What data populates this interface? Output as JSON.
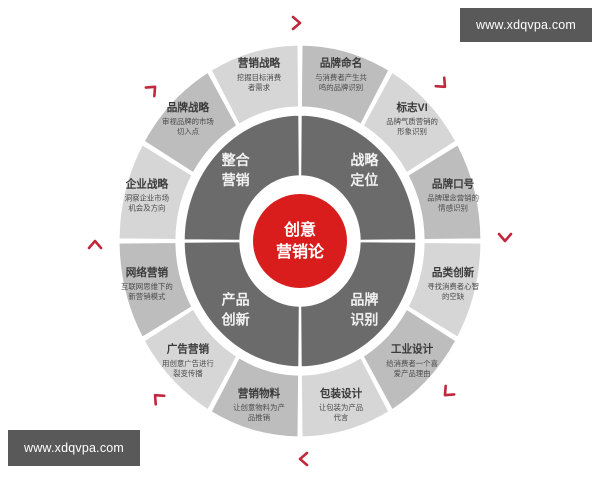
{
  "watermarks": {
    "top_right": "www.xdqvpa.com",
    "bottom_left": "www.xdqvpa.com"
  },
  "colors": {
    "core_red": "#d91d1d",
    "inner_ring_gray": "#6b6b6b",
    "outer_light": "#d6d6d6",
    "outer_dark": "#bdbdbd",
    "arrow_red": "#c0283c",
    "background": "#ffffff",
    "watermark_bg": "#595959"
  },
  "core": {
    "line1": "创意",
    "line2": "营销论"
  },
  "inner_quadrants": [
    {
      "line1": "战略",
      "line2": "定位"
    },
    {
      "line1": "品牌",
      "line2": "识别"
    },
    {
      "line1": "产品",
      "line2": "创新"
    },
    {
      "line1": "整合",
      "line2": "营销"
    }
  ],
  "outer_segments": [
    {
      "title": "品牌命名",
      "desc_line1": "与消费者产生共",
      "desc_line2": "鸣的品牌识别"
    },
    {
      "title": "标志VI",
      "desc_line1": "品牌气质营销的",
      "desc_line2": "形象识别"
    },
    {
      "title": "品牌口号",
      "desc_line1": "品牌理念营销的",
      "desc_line2": "情感识别"
    },
    {
      "title": "品类创新",
      "desc_line1": "寻找消费者心智",
      "desc_line2": "的空缺"
    },
    {
      "title": "工业设计",
      "desc_line1": "给消费者一个喜",
      "desc_line2": "爱产品理由"
    },
    {
      "title": "包装设计",
      "desc_line1": "让包装为产品",
      "desc_line2": "代言"
    },
    {
      "title": "营销物料",
      "desc_line1": "让创意物料为产",
      "desc_line2": "品推销"
    },
    {
      "title": "广告营销",
      "desc_line1": "用创意广告进行",
      "desc_line2": "裂变传播"
    },
    {
      "title": "网络营销",
      "desc_line1": "互联网思维下的",
      "desc_line2": "新营销模式"
    },
    {
      "title": "企业战略",
      "desc_line1": "洞察企业市场",
      "desc_line2": "机会及方向"
    },
    {
      "title": "品牌战略",
      "desc_line1": "审视品牌的市场",
      "desc_line2": "切入点"
    },
    {
      "title": "营销战略",
      "desc_line1": "挖掘目标消费",
      "desc_line2": "者需求"
    }
  ],
  "chart_data": {
    "type": "pie",
    "title": "创意营销论",
    "categories": [
      "品牌命名",
      "标志VI",
      "品牌口号",
      "品类创新",
      "工业设计",
      "包装设计",
      "营销物料",
      "广告营销",
      "网络营销",
      "企业战略",
      "品牌战略",
      "营销战略"
    ],
    "values": [
      30,
      30,
      30,
      30,
      30,
      30,
      30,
      30,
      30,
      30,
      30,
      30
    ],
    "groups": [
      "战略定位",
      "品牌识别",
      "产品创新",
      "整合营销"
    ],
    "group_values": [
      90,
      90,
      90,
      90
    ],
    "legend": "none",
    "grid": false
  }
}
